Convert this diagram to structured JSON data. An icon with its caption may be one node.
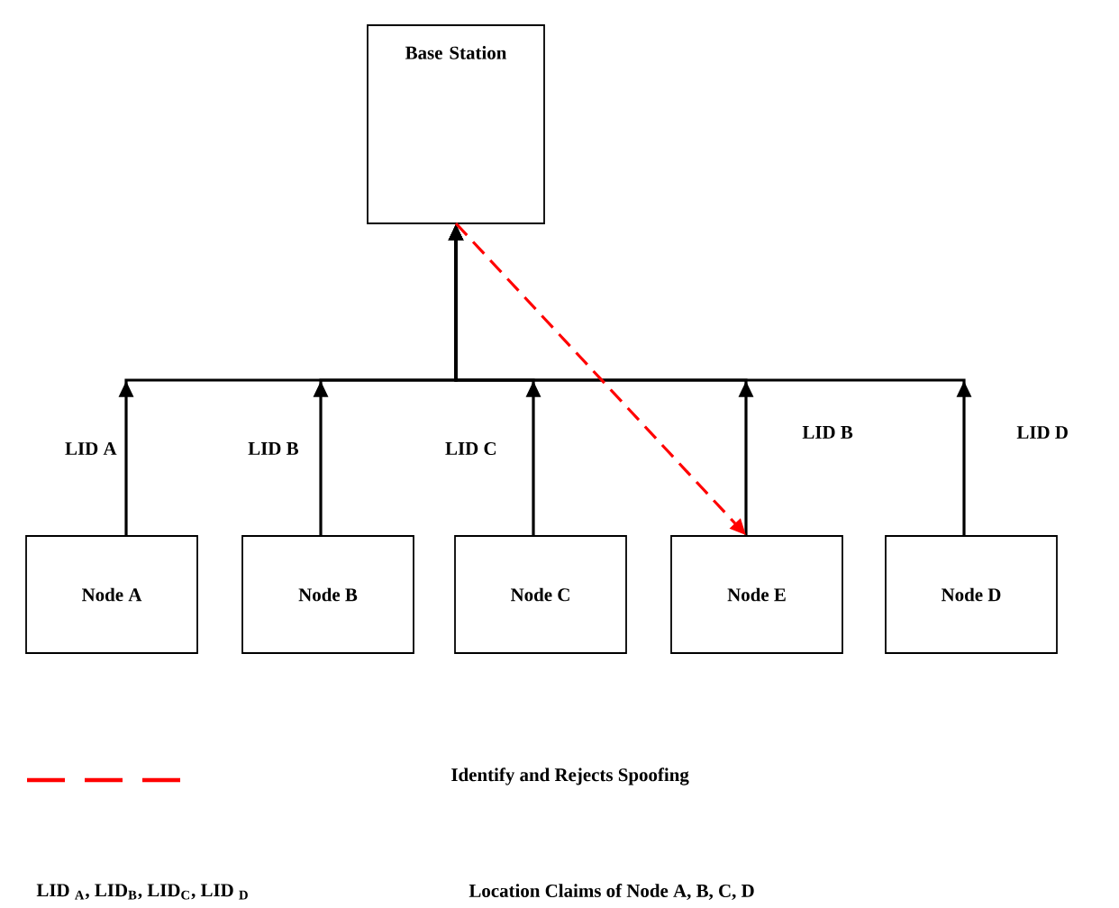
{
  "diagram": {
    "nodes": [
      {
        "text": [
          "Base Station"
        ]
      },
      {
        "text": [
          "Node A"
        ]
      },
      {
        "text": [
          "Node B"
        ]
      },
      {
        "text": [
          "Node C"
        ]
      },
      {
        "text": [
          "Node E"
        ]
      },
      {
        "text": [
          "Node D"
        ]
      }
    ],
    "edges": [
      {
        "from": 1,
        "to": 0,
        "arrow": "to",
        "label": "LID A"
      },
      {
        "from": 2,
        "to": 0,
        "arrow": "to",
        "label": "LID B"
      },
      {
        "from": 3,
        "to": 0,
        "arrow": "to",
        "label": "LID C"
      },
      {
        "from": 4,
        "to": 0,
        "arrow": "to",
        "label": "LID B"
      },
      {
        "from": 5,
        "to": 0,
        "arrow": "to",
        "label": "LID D"
      },
      {
        "from": 0,
        "to": 4,
        "arrow": "to",
        "style": "dashed",
        "color": "#ff0000"
      }
    ],
    "labels": [
      "LID $_{A}$, LID$_{B}$, LID$_{C}$, LID $_{D}$",
      "Location Claims of Node A, B, C, D"
    ],
    "legend": [
      {
        "text": "Identify and Rejects Spoofing"
      }
    ]
  }
}
